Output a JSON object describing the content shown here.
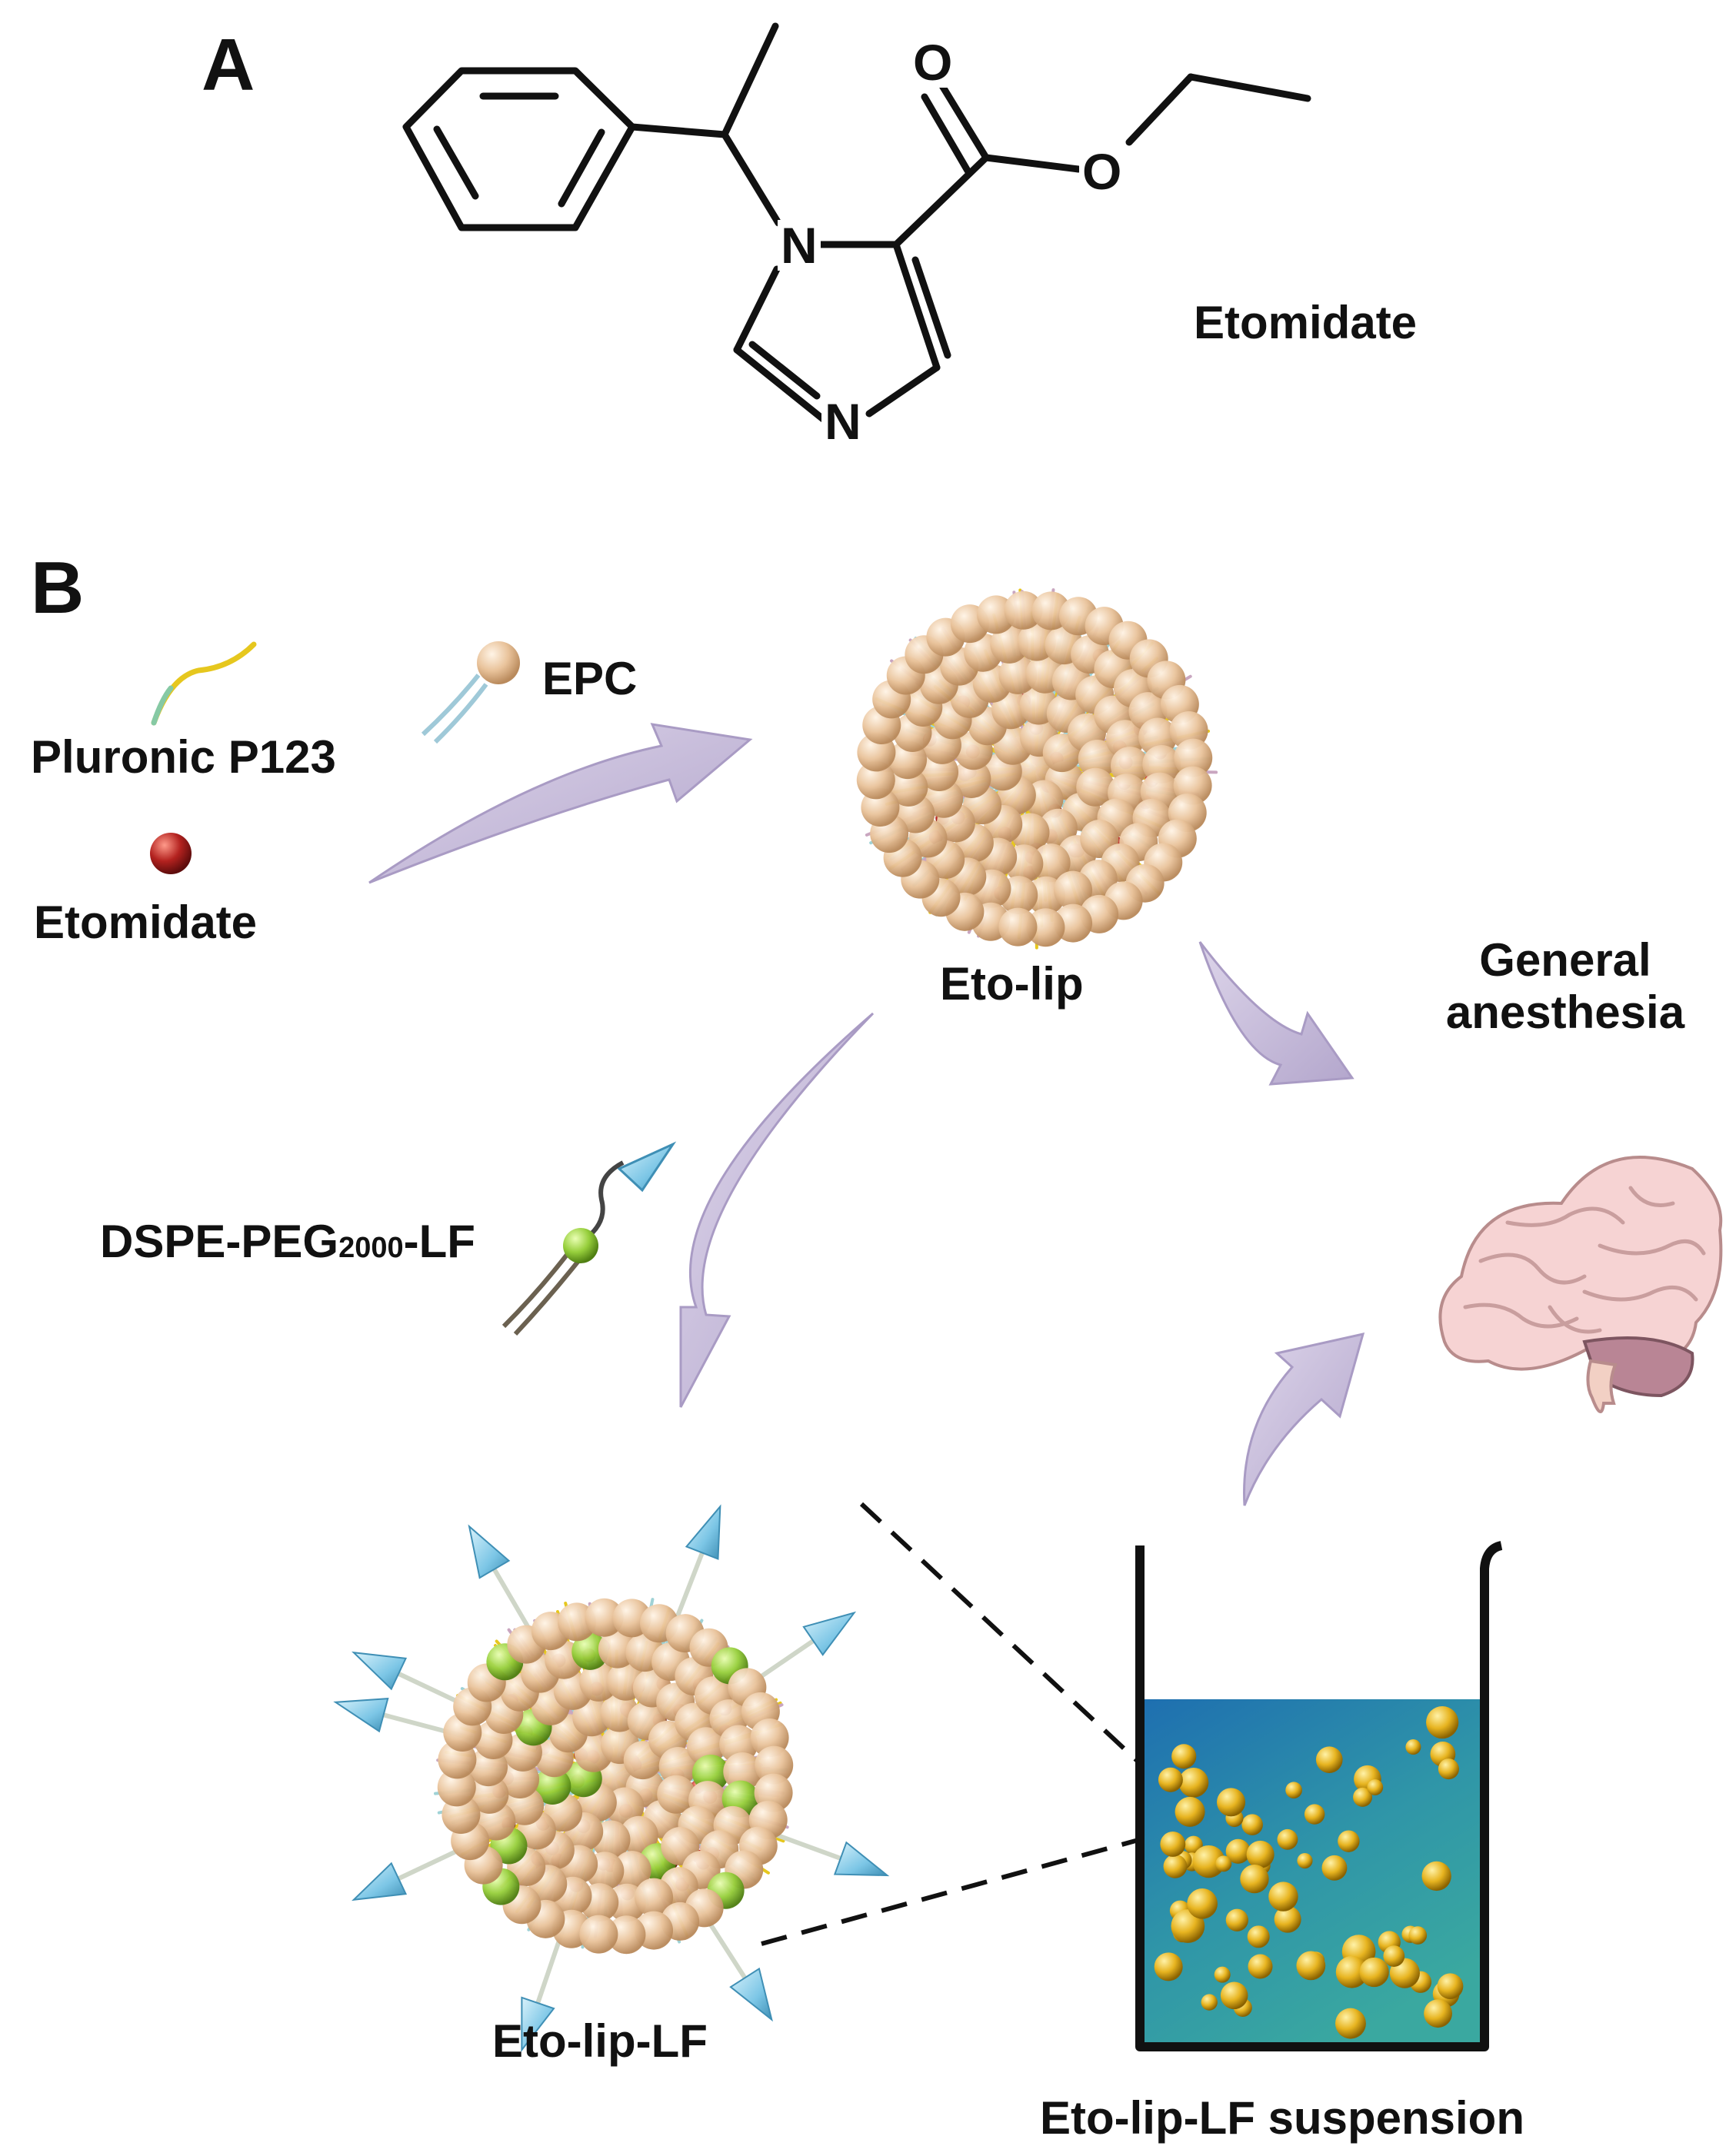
{
  "panels": {
    "a": "A",
    "b": "B"
  },
  "molecule": {
    "name": "Etomidate",
    "atoms": {
      "o_carbonyl": "O",
      "o_ester": "O",
      "n1": "N",
      "n3": "N"
    }
  },
  "legend": {
    "p123": "Pluronic P123",
    "epc": "EPC",
    "drug": "Etomidate",
    "dspe_prefix": "DSPE-PEG",
    "dspe_sub": "2000",
    "dspe_suffix": "-LF"
  },
  "nodes": {
    "eto_lip": "Eto-lip",
    "eto_lip_lf": "Eto-lip-LF",
    "suspension": "Eto-lip-LF suspension",
    "outcome_line1": "General",
    "outcome_line2": "anesthesia"
  },
  "colors": {
    "arrow": "#c9bfdc",
    "arrow_edge": "#a99bc4",
    "lipid_head": "#e9c39b",
    "drug": "#b3221f",
    "peg_head": "#97cf3c",
    "ligand": "#7cc6e6",
    "liquid_top": "#1e6fb0",
    "liquid_bottom": "#3aa8a0",
    "particle": "#e7b420",
    "brain": "#f6d3d3"
  }
}
